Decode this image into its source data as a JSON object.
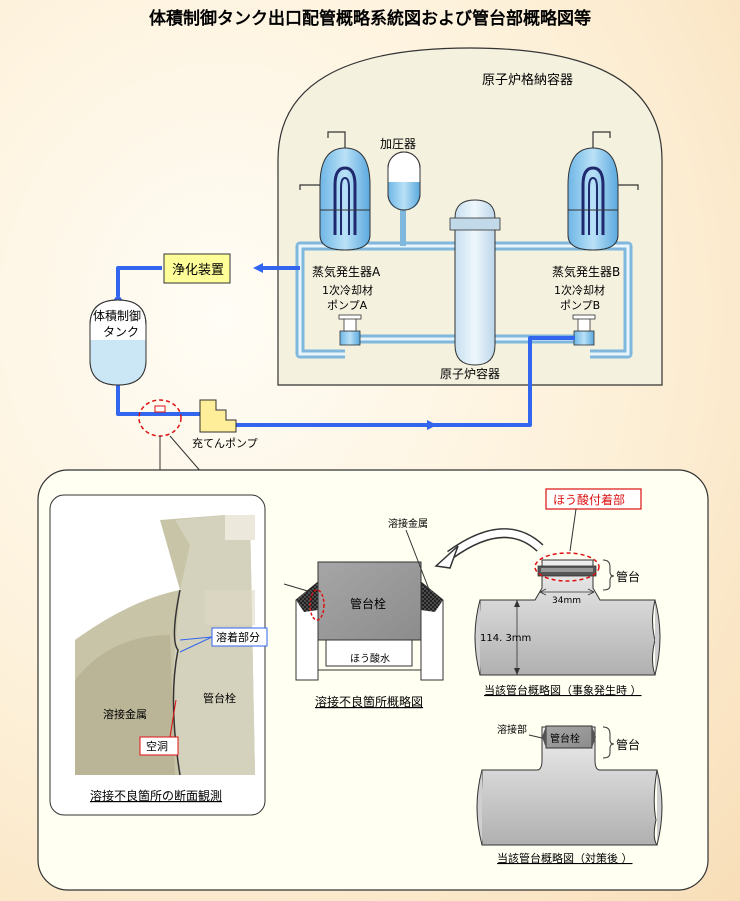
{
  "title": "体積制御タンク出口配管概略系統図および管台部概略図等",
  "containment": "原子炉格納容器",
  "pressurizer": "加圧器",
  "sg_a": "蒸気発生器A",
  "sg_b": "蒸気発生器B",
  "rcp_a_1": "1次冷却材",
  "rcp_a_2": "ポンプA",
  "rcp_b_1": "1次冷却材",
  "rcp_b_2": "ポンプB",
  "reactor_vessel": "原子炉容器",
  "purifier": "浄化装置",
  "vct_1": "体積制御",
  "vct_2": "タンク",
  "charging_pump": "充てんポンプ",
  "photo": {
    "weld_part": "溶着部分",
    "nozzle_plug": "管台栓",
    "weld_metal": "溶接金属",
    "void": "空洞",
    "caption": "溶接不良箇所の断面観測"
  },
  "defect": {
    "weld_metal": "溶接金属",
    "nozzle_plug": "管台栓",
    "boric_water": "ほう酸水",
    "caption": "溶接不良箇所概略図"
  },
  "nozzle_event": {
    "boric_deposit": "ほう酸付着部",
    "nozzle": "管台",
    "dim_34": "34mm",
    "dim_114": "114. 3mm",
    "caption": "当該管台概略図（事象発生時 ）"
  },
  "nozzle_after": {
    "weld_part": "溶接部",
    "nozzle_plug": "管台栓",
    "nozzle": "管台",
    "caption": "当該管台概略図（対策後 ）"
  },
  "colors": {
    "pipe_blue": "#3366ee",
    "vessel_fill": "#cfe7f5",
    "vessel_blue": "#8cc8ea",
    "label_yellow": "#ffff99",
    "alert_red": "#dd1111"
  }
}
